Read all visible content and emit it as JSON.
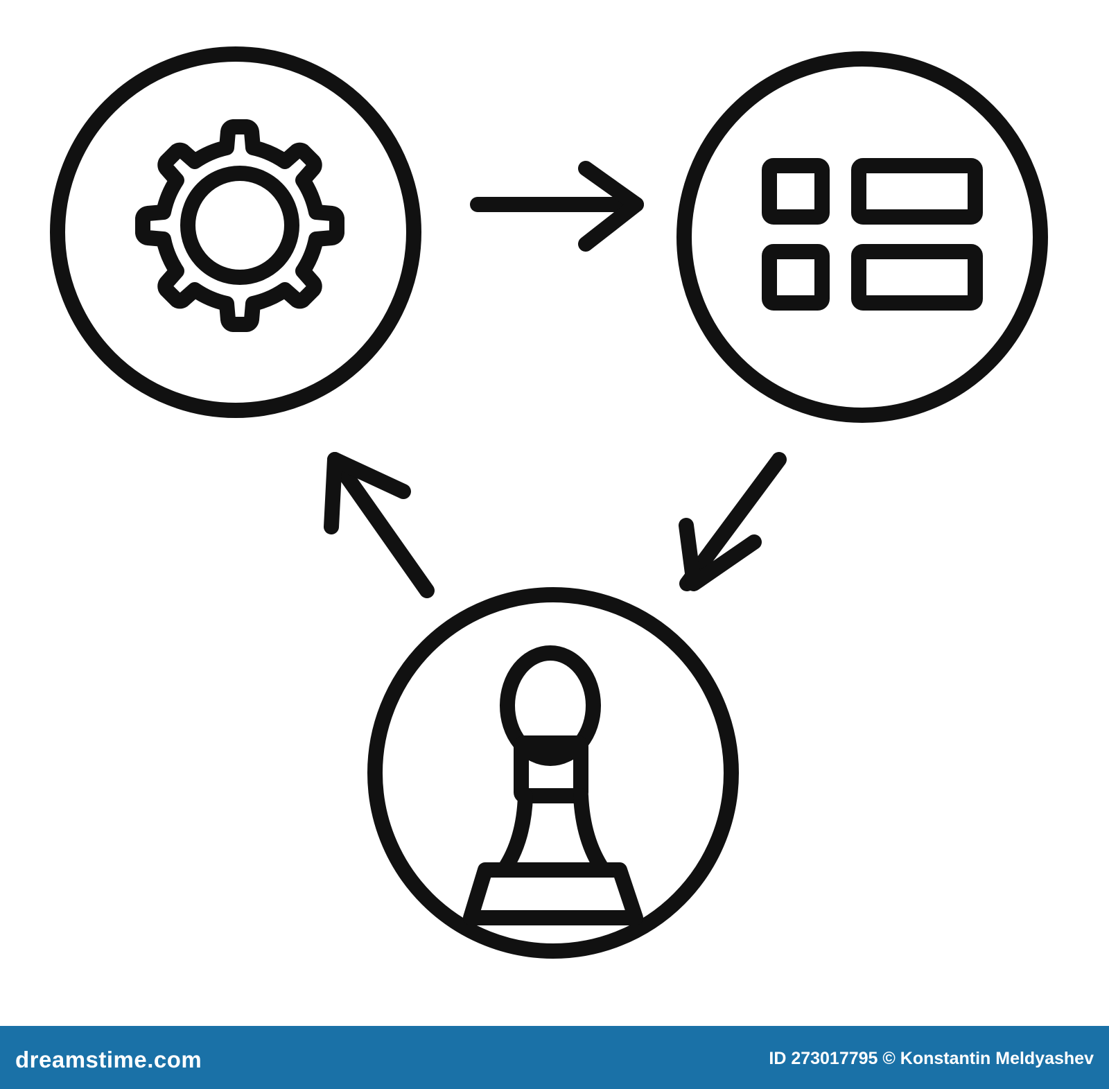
{
  "diagram": {
    "nodes": [
      {
        "id": "settings",
        "icon": "gear-icon"
      },
      {
        "id": "layout",
        "icon": "layout-grid-icon"
      },
      {
        "id": "strategy",
        "icon": "chess-pawn-icon"
      }
    ],
    "edges": [
      {
        "from": "settings",
        "to": "layout"
      },
      {
        "from": "layout",
        "to": "strategy"
      },
      {
        "from": "strategy",
        "to": "settings"
      }
    ],
    "stroke_color": "#111111",
    "background": "#ffffff"
  },
  "footer": {
    "brand": "dreamstime.com",
    "credit": "ID 273017795 © Konstantin  Meldyashev",
    "bar_color": "#1a71a7",
    "text_color": "#ffffff"
  }
}
